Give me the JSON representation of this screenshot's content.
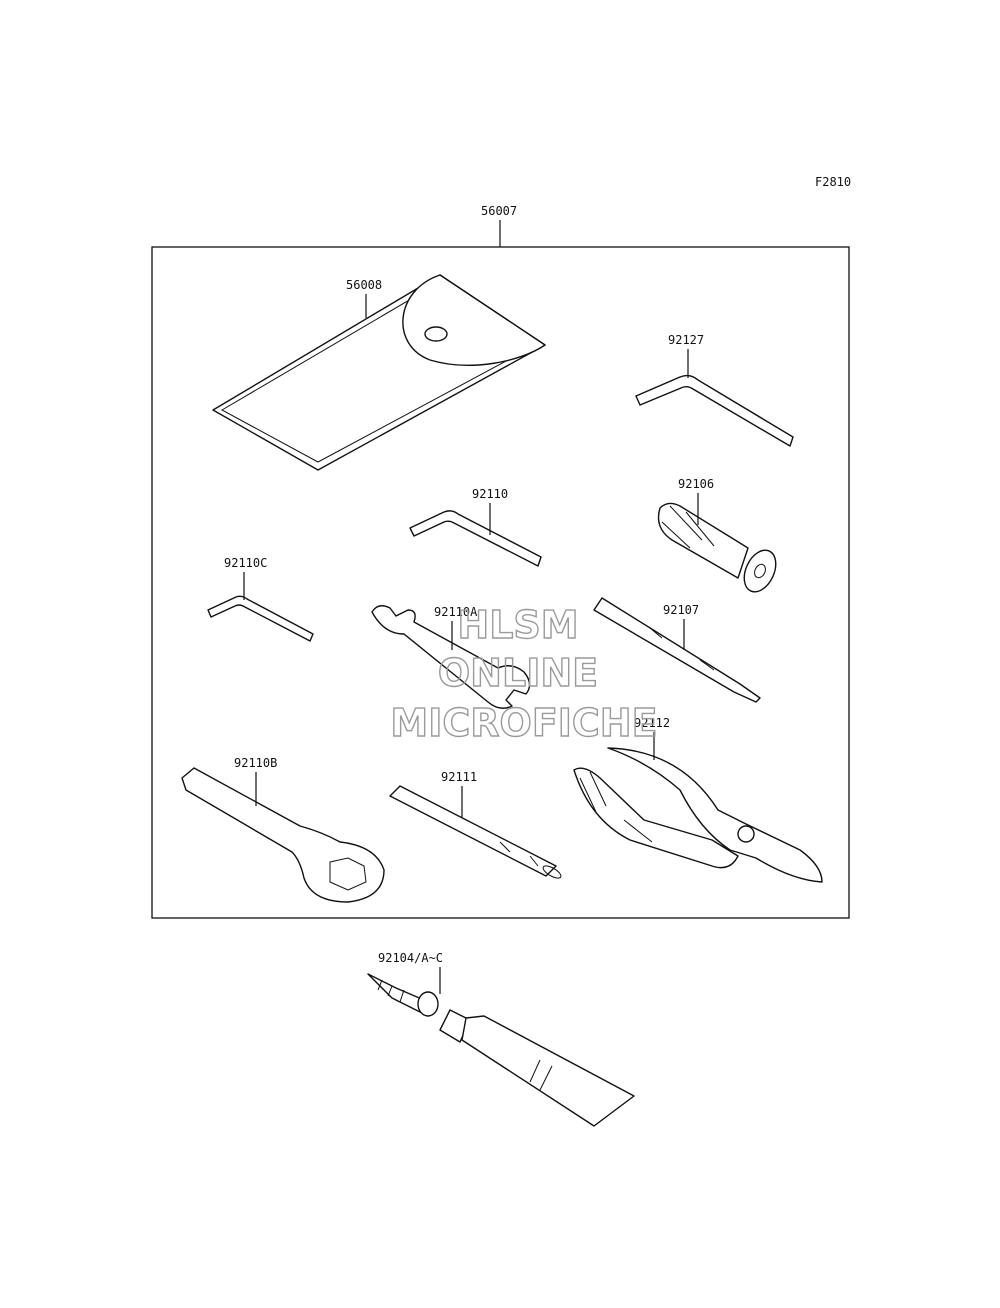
{
  "figure_code": "F2810",
  "labels": {
    "kit": "56007",
    "pouch": "56008",
    "hex_wrench_large": "92127",
    "hex_wrench_mid": "92110",
    "handle": "92106",
    "hex_wrench_small": "92110C",
    "open_wrench": "92110A",
    "screwdriver": "92107",
    "pliers": "92112",
    "box_wrench": "92110B",
    "extension_bar": "92111",
    "repair_kit": "92104/A~C"
  },
  "watermark": {
    "line1": "HLSM",
    "line2": "ONLINE",
    "line3": "MICROFICHE"
  }
}
